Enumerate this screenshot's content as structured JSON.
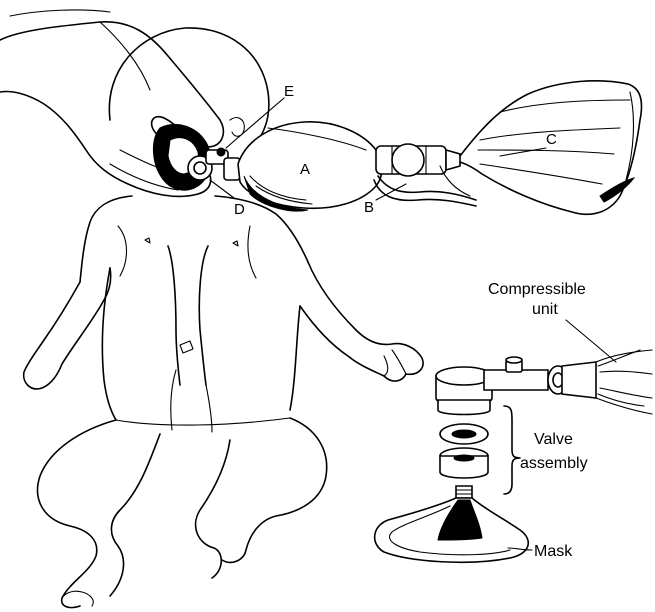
{
  "labels": {
    "a": "A",
    "b": "B",
    "c": "C",
    "d": "D",
    "e": "E",
    "compressible_line1": "Compressible",
    "compressible_line2": "unit",
    "valve_line1": "Valve",
    "valve_line2": "assembly",
    "mask": "Mask"
  },
  "colors": {
    "ink": "#000000",
    "paper": "#ffffff"
  }
}
